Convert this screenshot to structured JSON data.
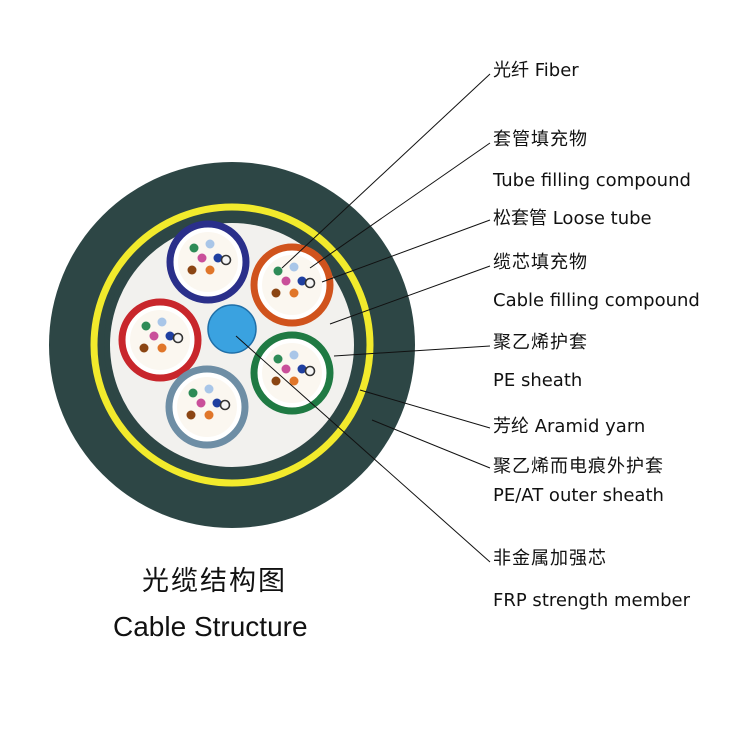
{
  "title": {
    "cn": "光缆结构图",
    "en": "Cable Structure"
  },
  "labels": {
    "fiber": "光纤  Fiber",
    "tube_filling_cn": "套管填充物",
    "tube_filling_en": "Tube filling compound",
    "loose_tube": "松套管    Loose tube",
    "cable_filling_cn": "缆芯填充物",
    "cable_filling_en": "Cable filling compound",
    "pe_sheath_cn": "聚乙烯护套",
    "pe_sheath_en": "PE sheath",
    "aramid": "芳纶  Aramid yarn",
    "outer_sheath_cn": "聚乙烯而电痕外护套",
    "outer_sheath_en": "PE/AT outer sheath",
    "frp_cn": "非金属加强芯",
    "frp_en": "FRP  strength   member"
  },
  "colors": {
    "outer_sheath": "#2d4645",
    "aramid_ring": "#f2ea2c",
    "core_fill": "#f2f1ee",
    "strength_member": "#3aa2e0",
    "tube_blue": "#2a2f8a",
    "tube_orange": "#d0531d",
    "tube_red": "#c8262c",
    "tube_green": "#1f7a43",
    "tube_slate": "#6e8ea5"
  },
  "tubes": [
    {
      "name": "loose-tube-blue",
      "color_key": "tube_blue"
    },
    {
      "name": "loose-tube-orange",
      "color_key": "tube_orange"
    },
    {
      "name": "loose-tube-red",
      "color_key": "tube_red"
    },
    {
      "name": "loose-tube-green",
      "color_key": "tube_green"
    },
    {
      "name": "loose-tube-slate",
      "color_key": "tube_slate"
    }
  ],
  "fiber_colors": [
    "#2e8b57",
    "#a9c6e8",
    "#c94f9a",
    "#1f3fa0",
    "#f5f5f5",
    "#8b4513",
    "#e0762a"
  ]
}
